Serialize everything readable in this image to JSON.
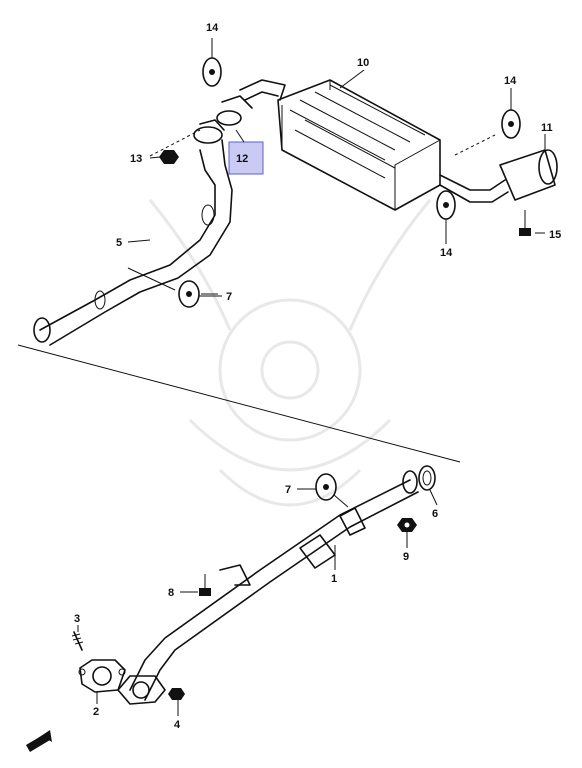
{
  "labels": {
    "p1": "1",
    "p2": "2",
    "p3": "3",
    "p4": "4",
    "p5": "5",
    "p6": "6",
    "p7a": "7",
    "p7b": "7",
    "p8": "8",
    "p9": "9",
    "p10": "10",
    "p11": "11",
    "p12": "12",
    "p13": "13",
    "p14a": "14",
    "p14b": "14",
    "p14c": "14",
    "p15": "15"
  },
  "colors": {
    "line": "#111111",
    "highlight_fill": "#c9cbf2",
    "highlight_border": "#5b5fd6",
    "watermark": "#e8e8e8"
  }
}
